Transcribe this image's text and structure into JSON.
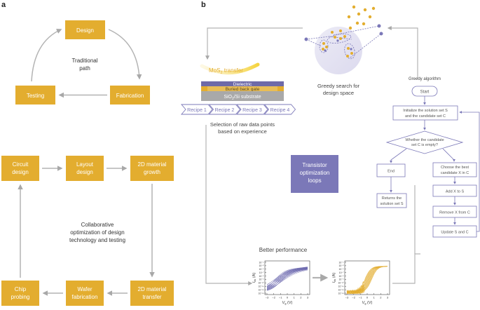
{
  "panel_a": {
    "label": "a",
    "traditional": {
      "design": "Design",
      "fabrication": "Fabrication",
      "testing": "Testing",
      "path_label_line1": "Traditional",
      "path_label_line2": "path"
    },
    "collaborative": {
      "circuit_design_line1": "Circuit",
      "circuit_design_line2": "design",
      "layout_design_line1": "Layout",
      "layout_design_line2": "design",
      "material_growth_line1": "2D material",
      "material_growth_line2": "growth",
      "material_transfer_line1": "2D material",
      "material_transfer_line2": "transfer",
      "wafer_fabrication_line1": "Wafer",
      "wafer_fabrication_line2": "fabrication",
      "chip_probing_line1": "Chip",
      "chip_probing_line2": "probing",
      "caption_line1": "Collaborative",
      "caption_line2": "optimization of design",
      "caption_line3": "technology and testing"
    }
  },
  "panel_b": {
    "label": "b",
    "mos2_transfer_prefix": "MoS",
    "mos2_transfer_sub": "2",
    "mos2_transfer_suffix": " transfer",
    "layer_dielectric": "Dielectric",
    "layer_gate": "Buried back gate",
    "layer_substrate_prefix": "SiO",
    "layer_substrate_sub": "2",
    "layer_substrate_suffix": "/Si substrate",
    "recipes": [
      "Recipe 1",
      "Recipe 2",
      "Recipe 3",
      "Recipe 4"
    ],
    "selection_line1": "Selection of raw data points",
    "selection_line2": "based on experience",
    "greedy_search_line1": "Greedy search for",
    "greedy_search_line2": "design space",
    "loops_line1": "Transistor",
    "loops_line2": "optimization",
    "loops_line3": "loops",
    "better_performance": "Better performance",
    "flowchart": {
      "title": "Greedy algorithm",
      "start": "Start",
      "init_line1": "Initialize the solution set S",
      "init_line2": "and the candidate set C",
      "decision_line1": "Whether the candidate",
      "decision_line2": "set C is empty?",
      "end": "End",
      "returns_line1": "Returns the",
      "returns_line2": "solution set S",
      "choose_line1": "Choose the best",
      "choose_line2": "candidate X in C",
      "add": "Add X to S",
      "remove": "Remove X from C",
      "update": "Update S and C"
    },
    "plot_left": {
      "ylabel": "I",
      "ylabel_sub": "ds",
      "ylabel_unit": " (A)",
      "xlabel": "V",
      "xlabel_sub": "g",
      "xlabel_unit": " (V)",
      "yticks": [
        "10⁻⁴",
        "10⁻⁵",
        "10⁻⁶",
        "10⁻⁷",
        "10⁻⁸",
        "10⁻⁹",
        "10⁻¹⁰",
        "10⁻¹¹",
        "10⁻¹²",
        "10⁻¹³"
      ],
      "xticks": [
        "−3",
        "−2",
        "−1",
        "0",
        "1",
        "2",
        "3"
      ]
    },
    "plot_right": {
      "ylabel": "I",
      "ylabel_sub": "ds",
      "ylabel_unit": " (A)",
      "xlabel": "V",
      "xlabel_sub": "g",
      "xlabel_unit": " (V)",
      "yticks": [
        "10⁻⁴",
        "10⁻⁵",
        "10⁻⁶",
        "10⁻⁷",
        "10⁻⁸",
        "10⁻⁹",
        "10⁻¹⁰",
        "10⁻¹¹",
        "10⁻¹²",
        "10⁻¹³"
      ],
      "xticks": [
        "−3",
        "−2",
        "−1",
        "0",
        "1",
        "2",
        "3"
      ]
    },
    "colors": {
      "box": "#e3ad2f",
      "purple": "#7b78b8",
      "purple_dark": "#6b67ae",
      "arrow": "#b3b3b3",
      "text": "#333333"
    }
  }
}
